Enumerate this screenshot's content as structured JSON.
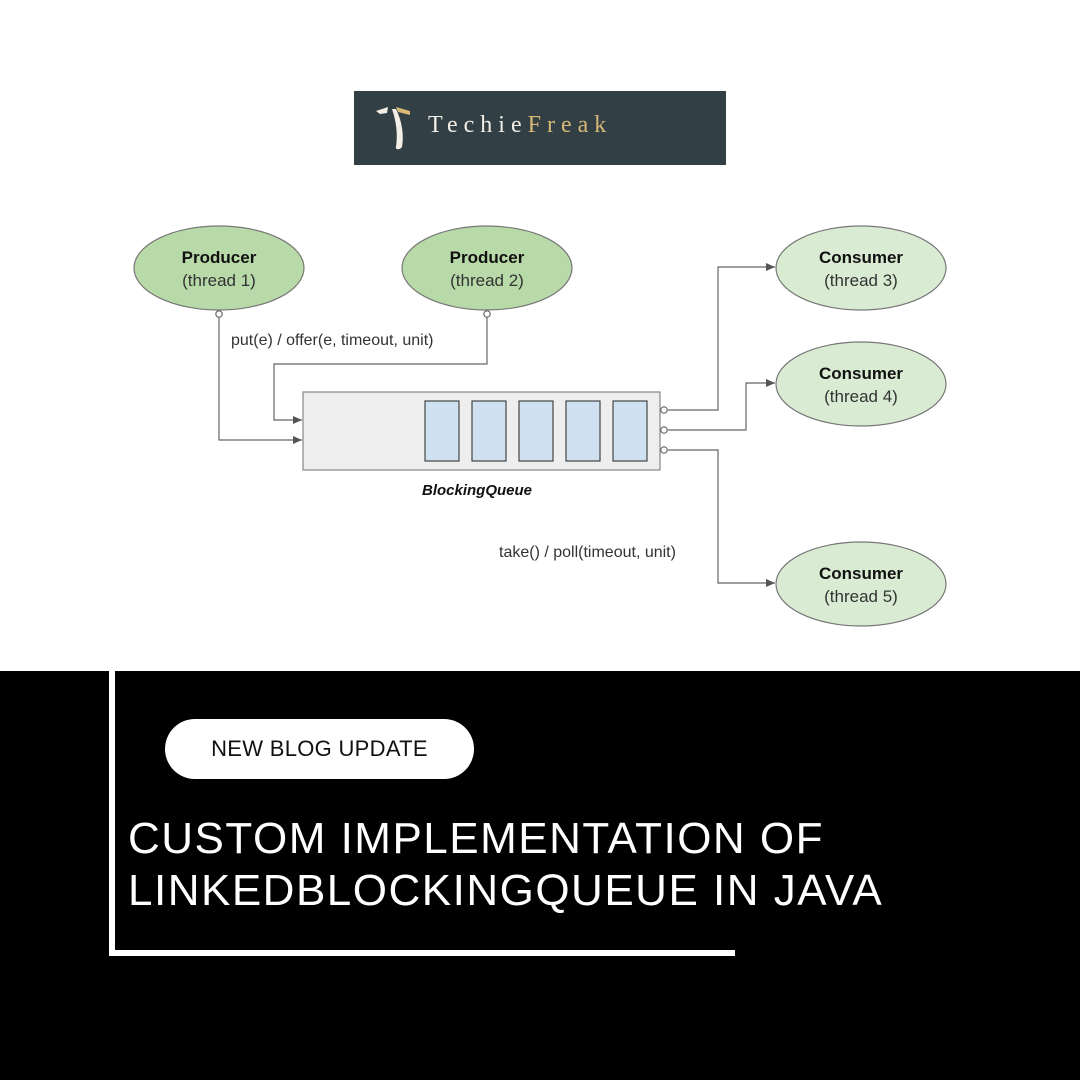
{
  "logo": {
    "word1": "Techie",
    "word2": "Freak",
    "icon": "tf-monogram-icon"
  },
  "diagram": {
    "producers": [
      {
        "title": "Producer",
        "subtitle": "(thread 1)"
      },
      {
        "title": "Producer",
        "subtitle": "(thread 2)"
      }
    ],
    "consumers": [
      {
        "title": "Consumer",
        "subtitle": "(thread 3)"
      },
      {
        "title": "Consumer",
        "subtitle": "(thread 4)"
      },
      {
        "title": "Consumer",
        "subtitle": "(thread 5)"
      }
    ],
    "put_label": "put(e) / offer(e, timeout, unit)",
    "take_label": "take() / poll(timeout, unit)",
    "queue_label": "BlockingQueue",
    "queue_slots": 5,
    "colors": {
      "producer_fill": "#b8d9a8",
      "consumer_fill": "#d9ecd3",
      "slot_fill": "#cfe0f1",
      "queue_fill": "#eeeeee"
    }
  },
  "badge": "NEW BLOG UPDATE",
  "headline": {
    "line1": "CUSTOM IMPLEMENTATION OF",
    "line2": "LINKEDBLOCKINGQUEUE IN JAVA"
  }
}
